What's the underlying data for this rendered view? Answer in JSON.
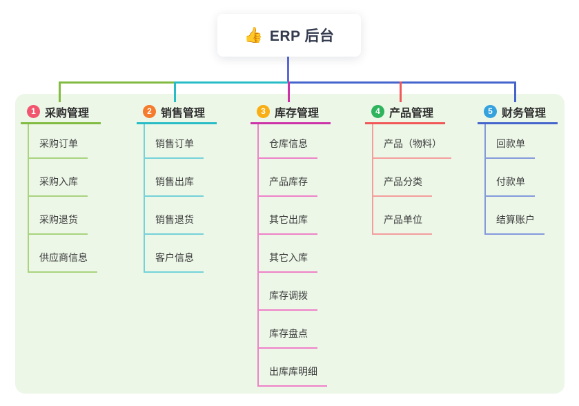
{
  "root": {
    "icon": "thumbs-up-icon",
    "icon_glyph": "👍",
    "title": "ERP 后台"
  },
  "colors": {
    "panel_bg": "#ecf7e8",
    "root_line": "#5b68d8",
    "branches": [
      {
        "main": "#82bb41",
        "light": "#a9d37f",
        "badge": "#f2566f"
      },
      {
        "main": "#28bcc7",
        "light": "#74d2d8",
        "badge": "#f57b2d"
      },
      {
        "main": "#cd33a9",
        "light": "#ee82c8",
        "badge": "#f9ae13"
      },
      {
        "main": "#f25757",
        "light": "#f59d9d",
        "badge": "#2eb45d"
      },
      {
        "main": "#4565cc",
        "light": "#8499dc",
        "badge": "#35a2de"
      }
    ]
  },
  "branches": [
    {
      "num": "1",
      "title": "采购管理",
      "children": [
        "采购订单",
        "采购入库",
        "采购退货",
        "供应商信息"
      ]
    },
    {
      "num": "2",
      "title": "销售管理",
      "children": [
        "销售订单",
        "销售出库",
        "销售退货",
        "客户信息"
      ]
    },
    {
      "num": "3",
      "title": "库存管理",
      "children": [
        "仓库信息",
        "产品库存",
        "其它出库",
        "其它入库",
        "库存调拨",
        "库存盘点",
        "出库库明细"
      ]
    },
    {
      "num": "4",
      "title": "产品管理",
      "children": [
        "产品（物料）",
        "产品分类",
        "产品单位"
      ]
    },
    {
      "num": "5",
      "title": "财务管理",
      "children": [
        "回款单",
        "付款单",
        "结算账户"
      ]
    }
  ]
}
